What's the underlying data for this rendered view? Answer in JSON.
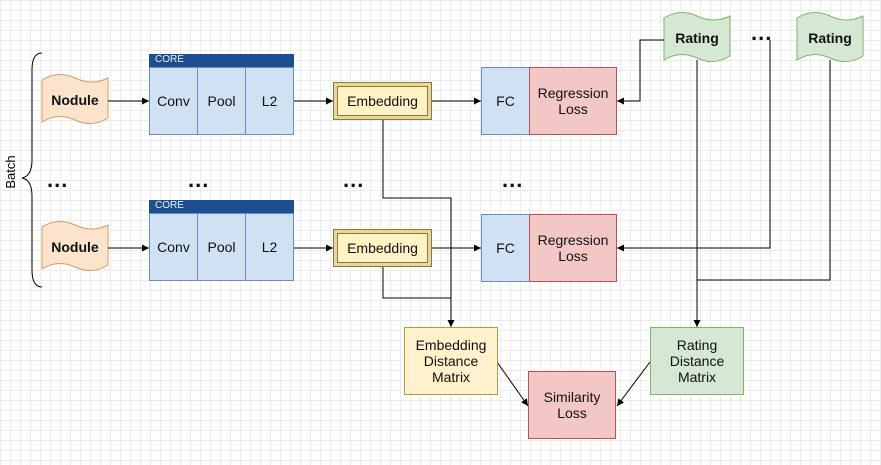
{
  "batch_label": "Batch",
  "nodule_label": "Nodule",
  "core_label": "CORE",
  "core_blocks": [
    "Conv",
    "Pool",
    "L2"
  ],
  "embedding_label": "Embedding",
  "fc_label": "FC",
  "regression_loss_label": [
    "Regression",
    "Loss"
  ],
  "rating_label": "Rating",
  "ellipsis": "...",
  "embedding_distance_label": [
    "Embedding",
    "Distance",
    "Matrix"
  ],
  "rating_distance_label": [
    "Rating",
    "Distance",
    "Matrix"
  ],
  "similarity_loss_label": [
    "Similarity",
    "Loss"
  ],
  "colors": {
    "nodule_fill": "#fce4cc",
    "nodule_stroke": "#d79b60",
    "rating_fill": "#d5e8d4",
    "rating_stroke": "#82b366",
    "core_header": "#1d4e8f"
  }
}
